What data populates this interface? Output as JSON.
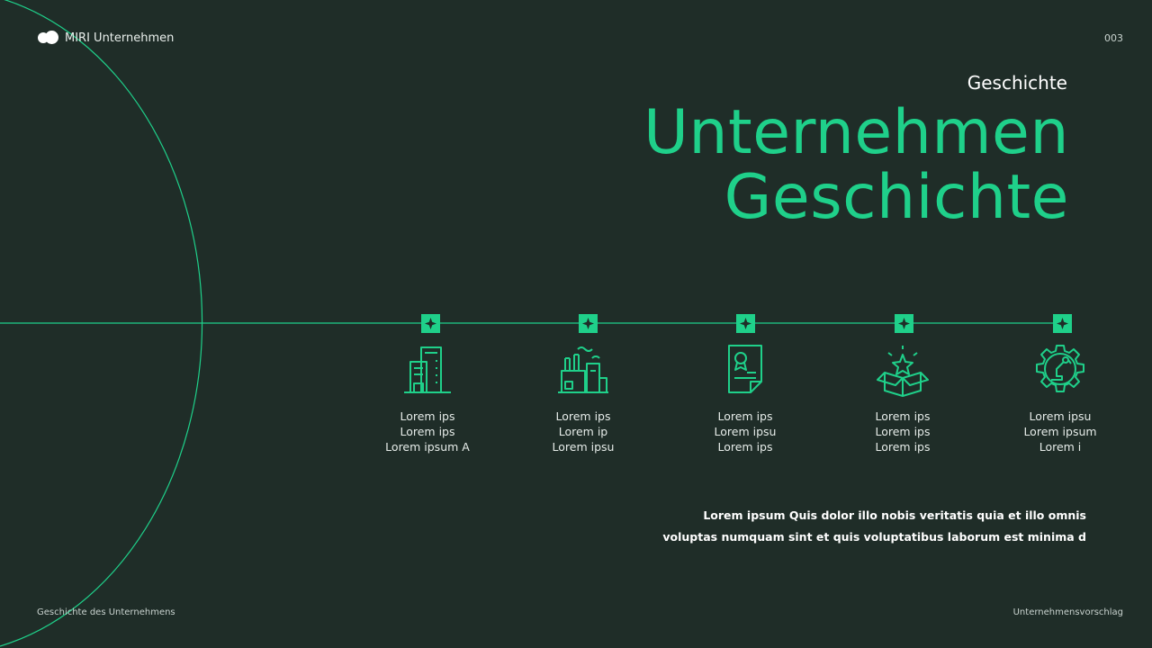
{
  "header": {
    "brand": "MIRI Unternehmen",
    "page_number": "003"
  },
  "hero": {
    "eyebrow": "Geschichte",
    "title_line1": "Unternehmen",
    "title_line2": "Geschichte"
  },
  "timeline": {
    "items": [
      {
        "icon": "office-building-icon",
        "lines": [
          "Lorem ips",
          "Lorem ips",
          "Lorem ipsum A"
        ]
      },
      {
        "icon": "factory-icon",
        "lines": [
          "Lorem ips",
          "Lorem ip",
          "Lorem ipsu"
        ]
      },
      {
        "icon": "certificate-icon",
        "lines": [
          "Lorem ips",
          "Lorem ipsu",
          "Lorem ips"
        ]
      },
      {
        "icon": "open-box-star-icon",
        "lines": [
          "Lorem ips",
          "Lorem ips",
          "Lorem ips"
        ]
      },
      {
        "icon": "gear-robot-arm-icon",
        "lines": [
          "Lorem ipsu",
          "Lorem ipsum",
          "Lorem i"
        ]
      }
    ]
  },
  "description": {
    "line1": "Lorem ipsum Quis dolor illo nobis veritatis quia et illo omnis",
    "line2": "voluptas numquam sint et quis voluptatibus laborum est minima d"
  },
  "footer": {
    "left": "Geschichte des Unternehmens",
    "right": "Unternehmensvorschlag"
  },
  "colors": {
    "background": "#1f2d28",
    "accent": "#1fd08a",
    "text": "#ffffff"
  }
}
